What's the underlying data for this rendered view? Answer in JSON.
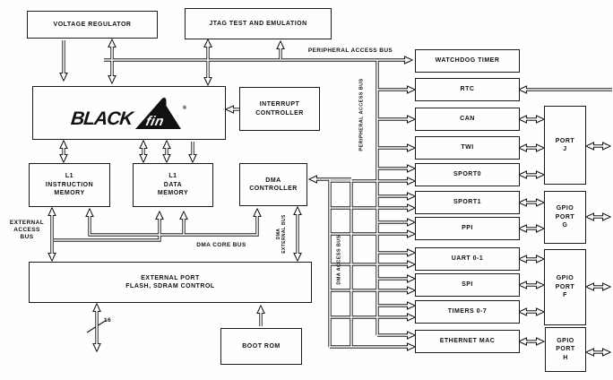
{
  "diagram": {
    "colors": {
      "line": "#1a1a1a",
      "background": "#fefefe",
      "text": "#111111"
    },
    "logo": {
      "part1": "BLACK",
      "part2": "fin",
      "registered": "®"
    },
    "blocks": {
      "voltage_regulator": {
        "lines": [
          "VOLTAGE REGULATOR"
        ]
      },
      "jtag": {
        "lines": [
          "JTAG TEST AND EMULATION"
        ]
      },
      "interrupt_controller": {
        "lines": [
          "INTERRUPT",
          "CONTROLLER"
        ]
      },
      "l1_instruction": {
        "lines": [
          "L1",
          "INSTRUCTION",
          "MEMORY"
        ]
      },
      "l1_data": {
        "lines": [
          "L1",
          "DATA",
          "MEMORY"
        ]
      },
      "dma_controller": {
        "lines": [
          "DMA",
          "CONTROLLER"
        ]
      },
      "external_port": {
        "lines": [
          "EXTERNAL PORT",
          "FLASH, SDRAM CONTROL"
        ]
      },
      "boot_rom": {
        "lines": [
          "BOOT ROM"
        ]
      },
      "watchdog_timer": {
        "lines": [
          "WATCHDOG TIMER"
        ]
      },
      "rtc": {
        "lines": [
          "RTC"
        ]
      },
      "can": {
        "lines": [
          "CAN"
        ]
      },
      "twi": {
        "lines": [
          "TWI"
        ]
      },
      "sport0": {
        "lines": [
          "SPORT0"
        ]
      },
      "sport1": {
        "lines": [
          "SPORT1"
        ]
      },
      "ppi": {
        "lines": [
          "PPI"
        ]
      },
      "uart": {
        "lines": [
          "UART 0-1"
        ]
      },
      "spi": {
        "lines": [
          "SPI"
        ]
      },
      "timers": {
        "lines": [
          "TIMERS 0-7"
        ]
      },
      "ethernet_mac": {
        "lines": [
          "ETHERNET MAC"
        ]
      },
      "port_j": {
        "lines": [
          "PORT",
          "J"
        ]
      },
      "gpio_port_g": {
        "lines": [
          "GPIO",
          "PORT",
          "G"
        ]
      },
      "gpio_port_f": {
        "lines": [
          "GPIO",
          "PORT",
          "F"
        ]
      },
      "gpio_port_h": {
        "lines": [
          "GPIO",
          "PORT",
          "H"
        ]
      }
    },
    "bus_labels": {
      "peripheral_access": "PERIPHERAL ACCESS BUS",
      "peripheral_access_vertical": "PERIPHERAL ACCESS BUS",
      "external_access": {
        "lines": [
          "EXTERNAL",
          "ACCESS",
          "BUS"
        ]
      },
      "dma_core": "DMA CORE BUS",
      "dma_access": "DMA ACCESS BUS",
      "dma_external": {
        "lines": [
          "DMA",
          "EXTERNAL BUS"
        ]
      },
      "external_bus_width": "16"
    }
  }
}
